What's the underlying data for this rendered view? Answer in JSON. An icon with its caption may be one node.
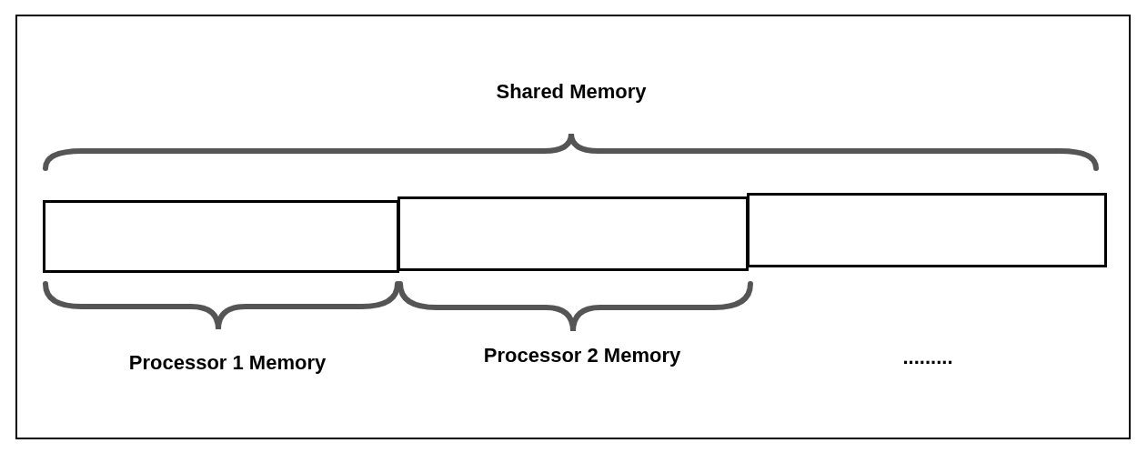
{
  "diagram": {
    "nodes": [
      {
        "text": [],
        "shape": "box"
      },
      {
        "text": [],
        "shape": "box"
      },
      {
        "text": [],
        "shape": "box"
      }
    ],
    "labels": [
      "Shared Memory",
      "Processor 1 Memory",
      "Processor 2 Memory",
      "........."
    ]
  }
}
